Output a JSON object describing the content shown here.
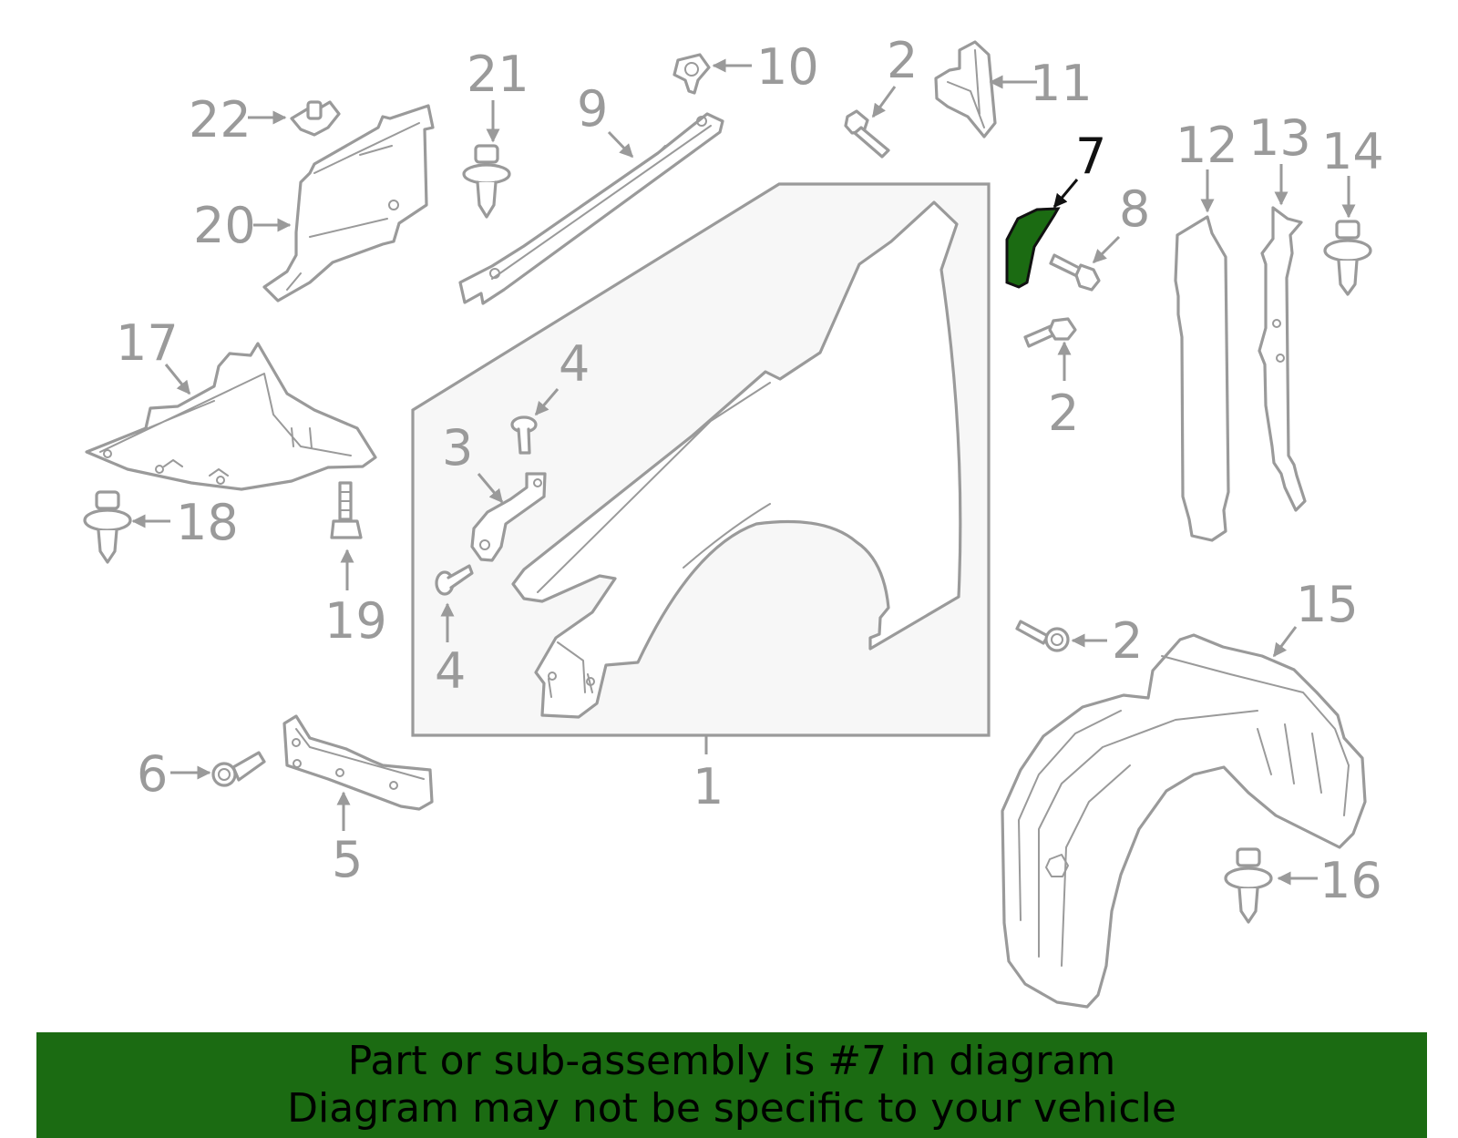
{
  "banner": {
    "line1": "Part or sub-assembly is #7 in diagram",
    "line2": "Diagram may not be specific to your vehicle"
  },
  "colors": {
    "highlight": "#1b6b12",
    "outline": "#9a9a9a",
    "highlight_label": "#111111",
    "callout_box_fill": "#f7f7f7"
  },
  "highlighted_part": "7",
  "callouts": {
    "c1": "1",
    "c2a": "2",
    "c2b": "2",
    "c2c": "2",
    "c3": "3",
    "c4a": "4",
    "c4b": "4",
    "c5": "5",
    "c6": "6",
    "c7": "7",
    "c8": "8",
    "c9": "9",
    "c10": "10",
    "c11": "11",
    "c12": "12",
    "c13": "13",
    "c14": "14",
    "c15": "15",
    "c16": "16",
    "c17": "17",
    "c18": "18",
    "c19": "19",
    "c20": "20",
    "c21": "21",
    "c22": "22"
  }
}
